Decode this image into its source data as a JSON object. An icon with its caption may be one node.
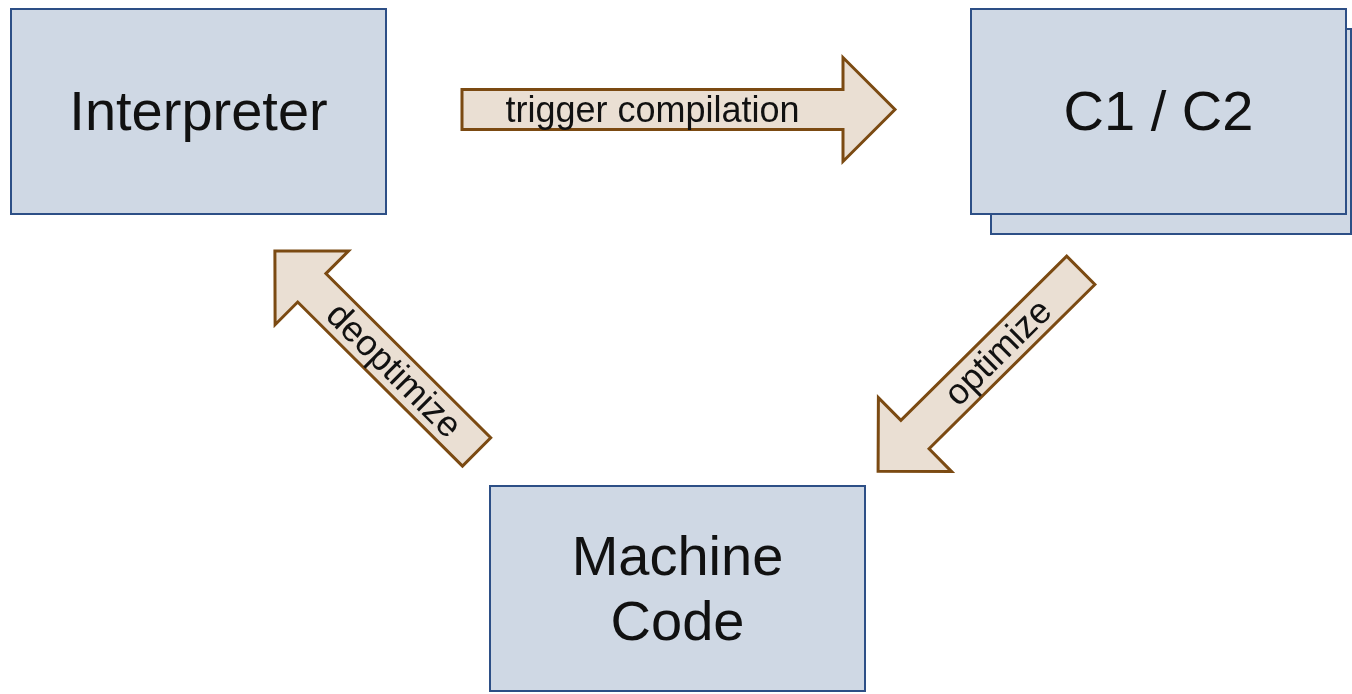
{
  "diagram": {
    "nodes": [
      {
        "text": [
          "Interpreter"
        ]
      },
      {
        "text": [
          "C1 / C2"
        ]
      },
      {
        "text": [
          "Machine Code"
        ]
      }
    ],
    "edges": [
      {
        "from": 0,
        "to": 1,
        "arrow": "to",
        "label": "trigger compilation"
      },
      {
        "from": 1,
        "to": 2,
        "arrow": "to",
        "label": "optimize"
      },
      {
        "from": 2,
        "to": 0,
        "arrow": "to",
        "label": "deoptimize"
      }
    ]
  }
}
